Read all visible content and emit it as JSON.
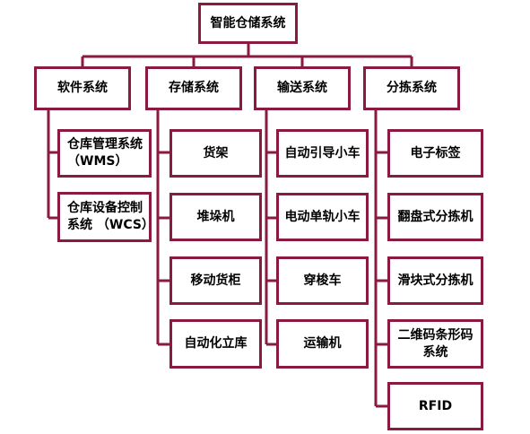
{
  "diagram": {
    "root": {
      "label": "智能仓储系统"
    },
    "categories": [
      {
        "label": "软件系统",
        "children": [
          {
            "label": "仓库管理系统\n（WMS）"
          },
          {
            "label": "仓库设备控制\n系统 （WCS）"
          }
        ]
      },
      {
        "label": "存储系统",
        "children": [
          {
            "label": "货架"
          },
          {
            "label": "堆垛机"
          },
          {
            "label": "移动货柜"
          },
          {
            "label": "自动化立库"
          }
        ]
      },
      {
        "label": "输送系统",
        "children": [
          {
            "label": "自动引导小车"
          },
          {
            "label": "电动单轨小车"
          },
          {
            "label": "穿梭车"
          },
          {
            "label": "运输机"
          }
        ]
      },
      {
        "label": "分拣系统",
        "children": [
          {
            "label": "电子标签"
          },
          {
            "label": "翻盘式分拣机"
          },
          {
            "label": "滑块式分拣机"
          },
          {
            "label": "二维码条形码\n系统"
          },
          {
            "label": "RFID"
          }
        ]
      }
    ],
    "colors": {
      "border": "#8b1a42",
      "text": "#000000",
      "background": "#ffffff"
    }
  }
}
